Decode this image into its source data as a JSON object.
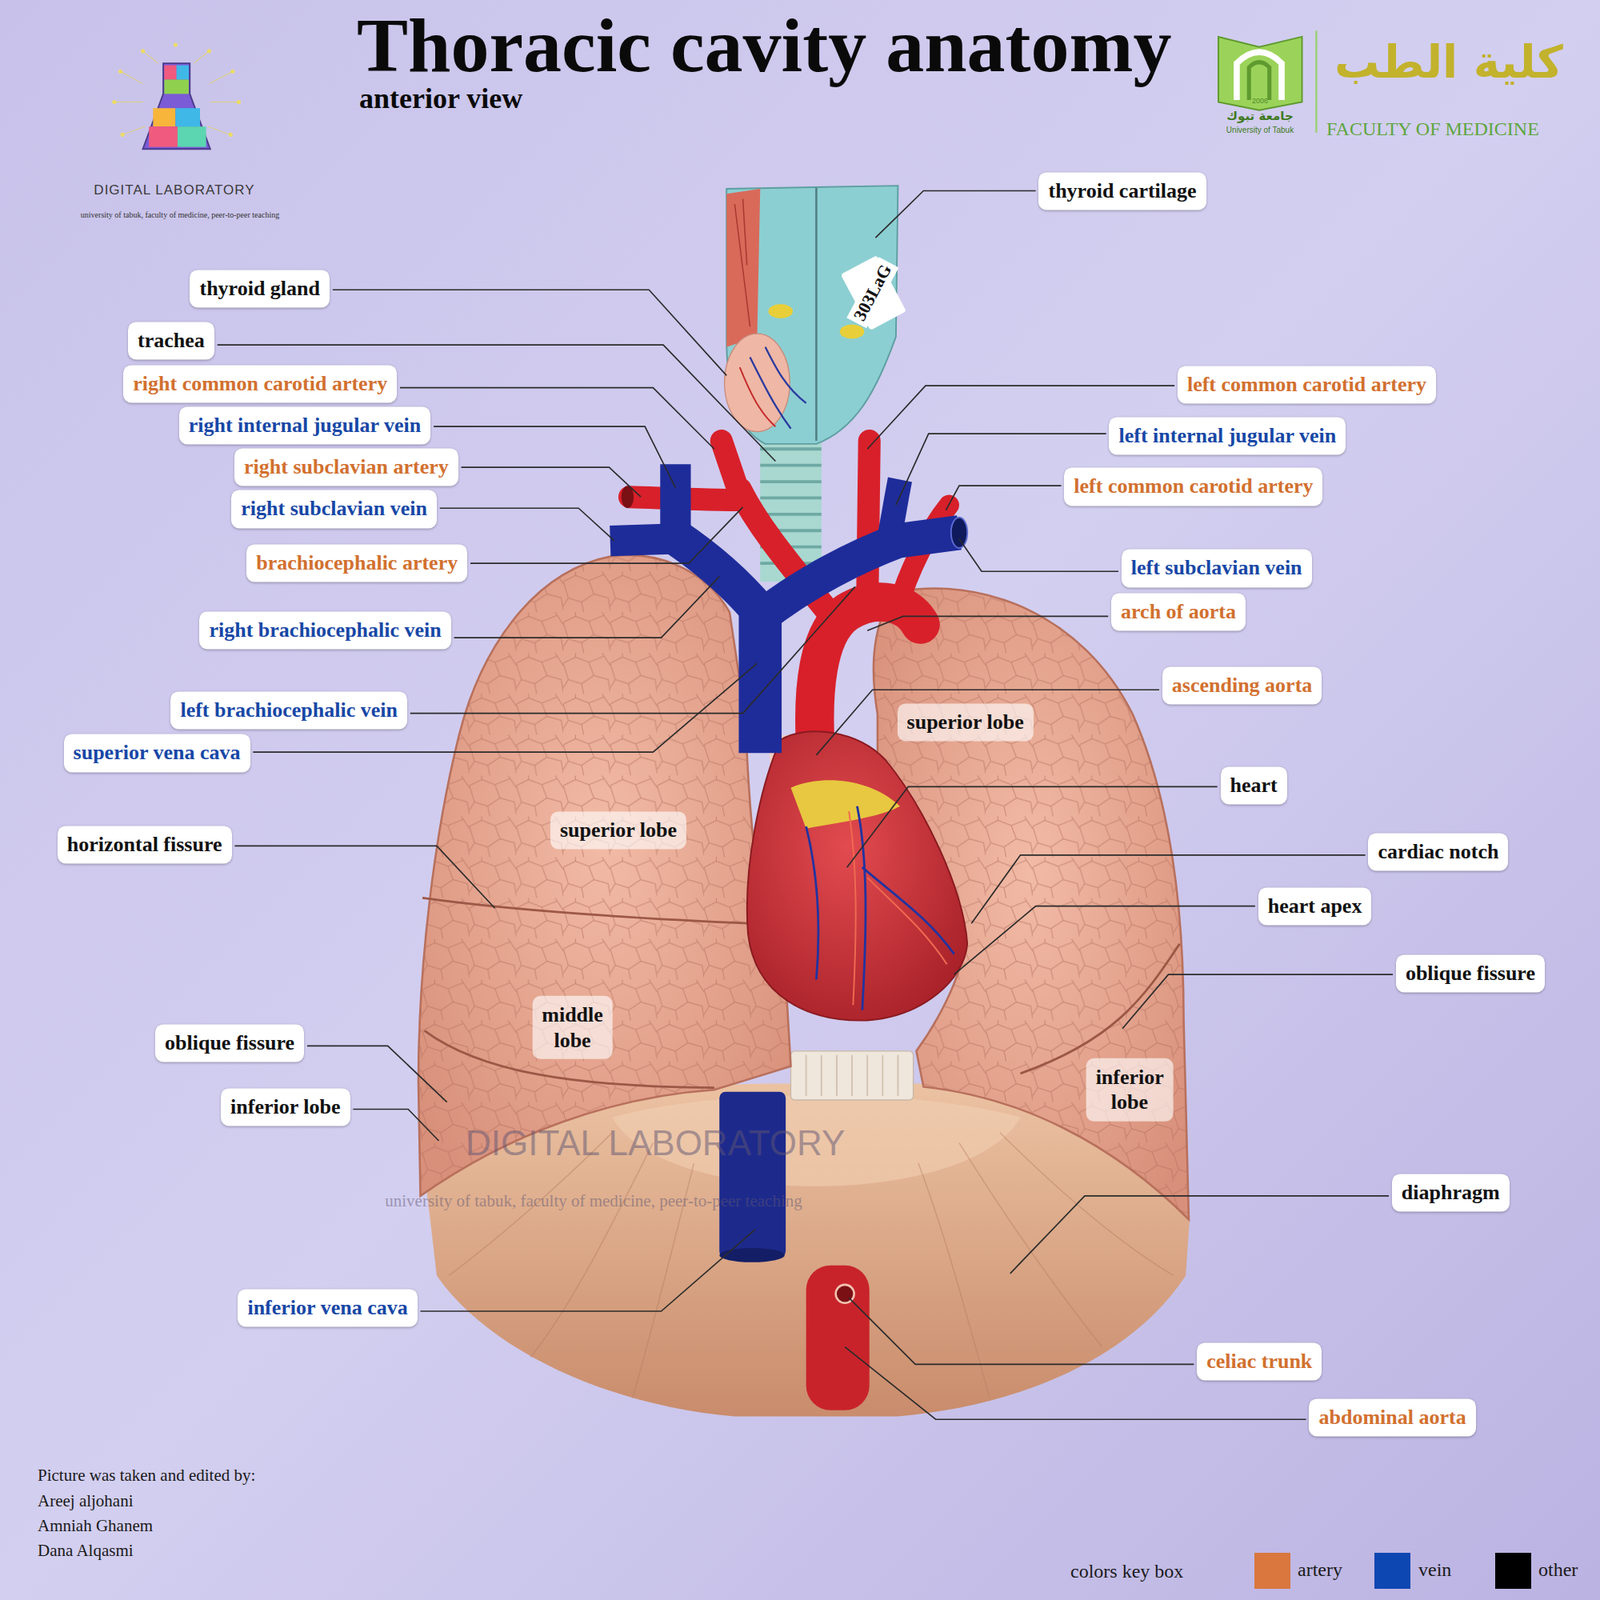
{
  "diagram": {
    "title": "Thoracic cavity anatomy",
    "nodes": [
      {
        "text": [
          "thyroid cartilage"
        ]
      },
      {
        "text": [
          "thyroid gland"
        ]
      },
      {
        "text": [
          "trachea"
        ]
      },
      {
        "text": [
          "right common carotid artery"
        ]
      },
      {
        "text": [
          "left common carotid artery"
        ]
      },
      {
        "text": [
          "right internal jugular vein"
        ]
      },
      {
        "text": [
          "left internal jugular vein"
        ]
      },
      {
        "text": [
          "right subclavian artery"
        ]
      },
      {
        "text": [
          "left common carotid artery"
        ]
      },
      {
        "text": [
          "right subclavian vein"
        ]
      },
      {
        "text": [
          "brachiocephalic artery"
        ]
      },
      {
        "text": [
          "left subclavian vein"
        ]
      },
      {
        "text": [
          "arch of aorta"
        ]
      },
      {
        "text": [
          "right brachiocephalic vein"
        ]
      },
      {
        "text": [
          "ascending aorta"
        ]
      },
      {
        "text": [
          "left brachiocephalic vein"
        ]
      },
      {
        "text": [
          "superior lobe"
        ]
      },
      {
        "text": [
          "superior vena cava"
        ]
      },
      {
        "text": [
          "heart"
        ]
      },
      {
        "text": [
          "superior lobe"
        ]
      },
      {
        "text": [
          "horizontal fissure"
        ]
      },
      {
        "text": [
          "cardiac notch"
        ]
      },
      {
        "text": [
          "heart apex"
        ]
      },
      {
        "text": [
          "oblique fissure"
        ]
      },
      {
        "text": [
          "middle lobe"
        ]
      },
      {
        "text": [
          "oblique fissure"
        ]
      },
      {
        "text": [
          "inferior lobe"
        ]
      },
      {
        "text": [
          "inferior lobe"
        ]
      },
      {
        "text": [
          "diaphragm"
        ]
      },
      {
        "text": [
          "inferior vena cava"
        ]
      },
      {
        "text": [
          "celiac trunk"
        ]
      },
      {
        "text": [
          "abdominal aorta"
        ]
      }
    ],
    "labels": [
      "anterior view",
      "DIGITAL LABORATORY",
      "university of tabuk, faculty of medicine, peer-to-peer teaching",
      "2006",
      "جامعة تبوك",
      "University of Tabuk",
      "كلية الطب",
      "FACULTY OF MEDICINE",
      "303LaG",
      "DIGITAL LABORATORY",
      "university of tabuk, faculty of medicine, peer-to-peer teaching",
      "Picture was taken and edited by:",
      "Areej aljohani",
      "Amniah Ghanem",
      "Dana Alqasmi",
      "colors key box"
    ],
    "legend": [
      {
        "text": "artery",
        "color": "#d9773f"
      },
      {
        "text": "vein",
        "color": "#0c47b2"
      },
      {
        "text": "other",
        "color": "#000000"
      }
    ]
  }
}
